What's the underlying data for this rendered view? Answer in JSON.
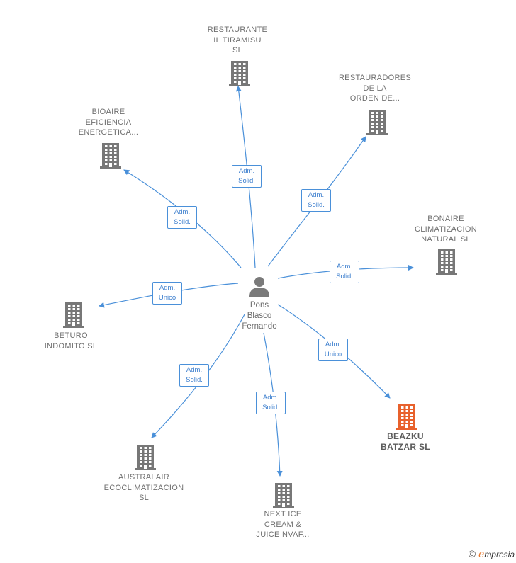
{
  "center": {
    "name": "Pons\nBlasco\nFernando"
  },
  "nodes": [
    {
      "id": "restaurante",
      "label": "RESTAURANTE\nIL TIRAMISU\nSL",
      "relation": [
        "Adm.",
        "Solid."
      ],
      "highlight": false
    },
    {
      "id": "restauradores",
      "label": "RESTAURADORES\nDE LA\nORDEN DE...",
      "relation": [
        "Adm.",
        "Solid."
      ],
      "highlight": false
    },
    {
      "id": "bioaire",
      "label": "BIOAIRE\nEFICIENCIA\nENERGETICA...",
      "relation": [
        "Adm.",
        "Solid."
      ],
      "highlight": false
    },
    {
      "id": "bonaire",
      "label": "BONAIRE\nCLIMATIZACION\nNATURAL  SL",
      "relation": [
        "Adm.",
        "Solid."
      ],
      "highlight": false
    },
    {
      "id": "beturo",
      "label": "BETURO\nINDOMITO  SL",
      "relation": [
        "Adm.",
        "Unico"
      ],
      "highlight": false
    },
    {
      "id": "beazku",
      "label": "BEAZKU\nBATZAR  SL",
      "relation": [
        "Adm.",
        "Unico"
      ],
      "highlight": true
    },
    {
      "id": "australair",
      "label": "AUSTRALAIR\nECOCLIMATIZACION\nSL",
      "relation": [
        "Adm.",
        "Solid."
      ],
      "highlight": false
    },
    {
      "id": "nextice",
      "label": "NEXT ICE\nCREAM &\nJUICE NVAF...",
      "relation": [
        "Adm.",
        "Solid."
      ],
      "highlight": false
    }
  ],
  "footer": {
    "copyright_symbol": "©",
    "brand_initial": "e",
    "brand_rest": "mpresia"
  },
  "colors": {
    "edge": "#4a90d9",
    "building": "#777777",
    "building_highlight": "#e8612c",
    "person": "#7a7a7a"
  }
}
